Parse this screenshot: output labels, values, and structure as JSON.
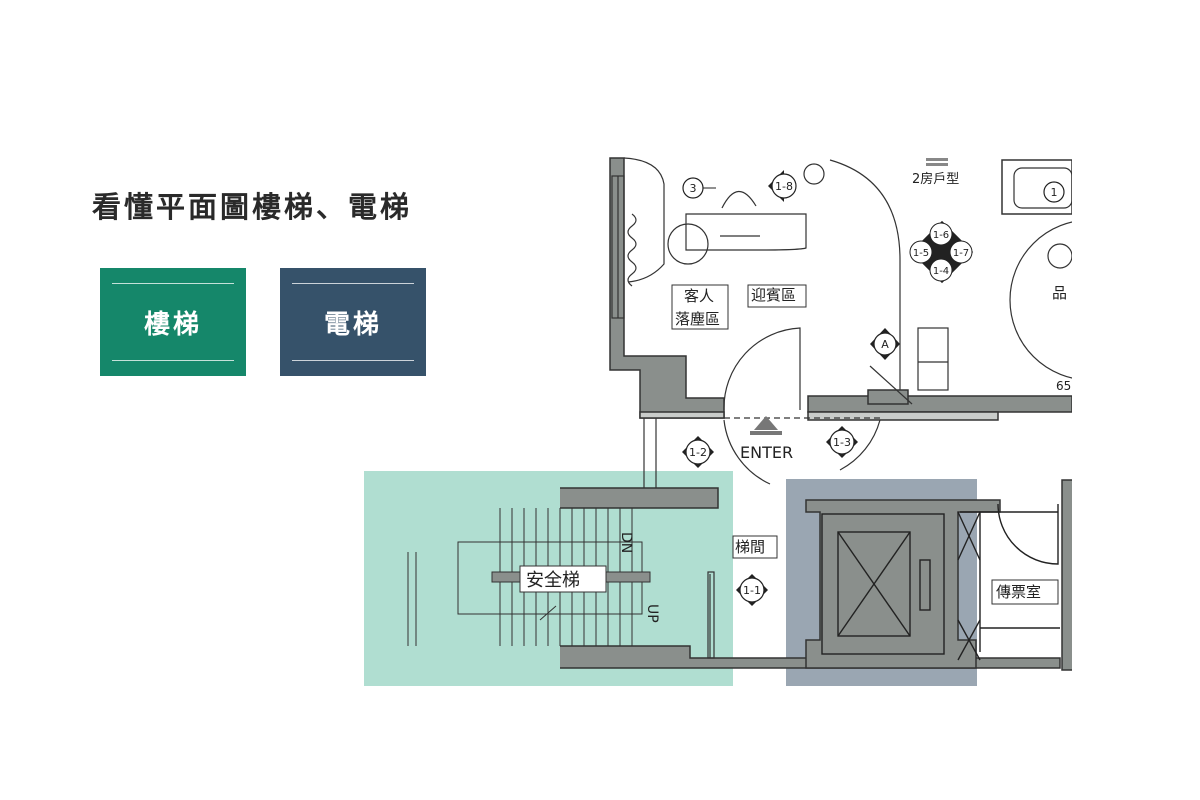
{
  "title": "看懂平面圖樓梯、電梯",
  "legend": {
    "stairs": {
      "label": "樓梯",
      "color": "#15876a"
    },
    "elevator": {
      "label": "電梯",
      "color": "#36526a"
    }
  },
  "highlights": {
    "stairs_color": "#8fd0bd",
    "elevator_color": "#566b7e"
  },
  "plan": {
    "unit_type": "2房戶型",
    "rooms": {
      "guest_top": "客人",
      "guest_bottom": "落塵區",
      "welcome": "迎賓區",
      "stair_hall": "梯間",
      "ticket_room": "傳票室",
      "safety_stair": "安全梯",
      "partial": "品"
    },
    "enter": "ENTER",
    "stair_dn": "DN",
    "stair_up": "UP",
    "dimension": "65",
    "markers": {
      "m3": "3",
      "m1_8": "1-8",
      "m1": "1",
      "m1_6": "1-6",
      "m1_5": "1-5",
      "m1_7": "1-7",
      "m1_4": "1-4",
      "mA": "A",
      "m1_2": "1-2",
      "m1_3": "1-3",
      "m1_1": "1-1"
    }
  }
}
